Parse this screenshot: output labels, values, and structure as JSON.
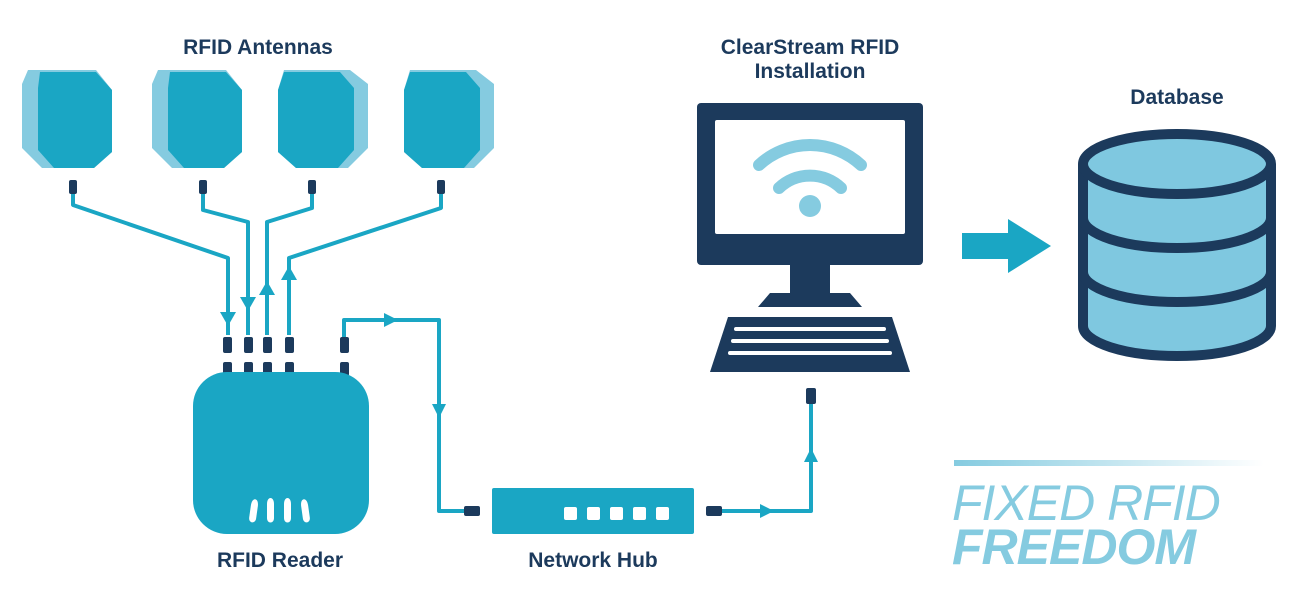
{
  "labels": {
    "antennas": "RFID Antennas",
    "reader": "RFID Reader",
    "hub": "Network Hub",
    "installation_line1": "ClearStream RFID",
    "installation_line2": "Installation",
    "database": "Database"
  },
  "branding": {
    "line1": "FIXED RFID",
    "line2": "FREEDOM"
  },
  "colors": {
    "primary": "#1aa6c4",
    "light": "#85cbe0",
    "dark": "#1c3a5c",
    "db_fill": "#7fc8e0"
  },
  "icons": {
    "antenna": "rfid-antenna-icon",
    "reader": "rfid-reader-icon",
    "hub": "network-hub-icon",
    "computer": "computer-monitor-icon",
    "wifi": "wifi-icon",
    "keyboard": "keyboard-icon",
    "arrow": "arrow-right-icon",
    "database": "database-icon"
  }
}
